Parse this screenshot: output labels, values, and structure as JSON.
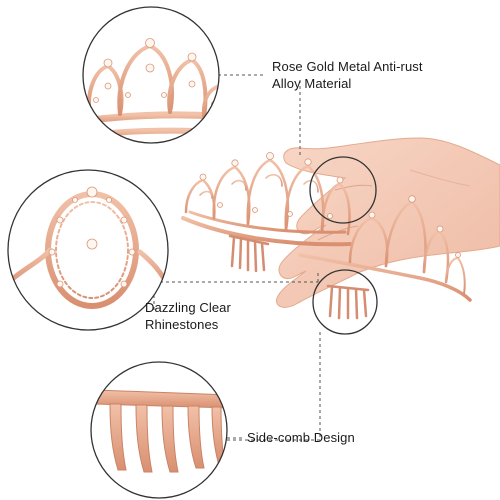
{
  "callouts": {
    "alloy": {
      "line1": "Rose Gold Metal Anti-rust",
      "line2": "Alloy Material"
    },
    "rhinestones": {
      "line1": "Dazzling Clear",
      "line2": "Rhinestones"
    },
    "comb": {
      "line1": "Side-comb Design"
    }
  },
  "colors": {
    "rose_gold": "#e6a98a",
    "rose_gold_dark": "#c98366",
    "skin": "#f4cbb8",
    "circle_outline": "#333333",
    "leader_line": "#555555"
  }
}
